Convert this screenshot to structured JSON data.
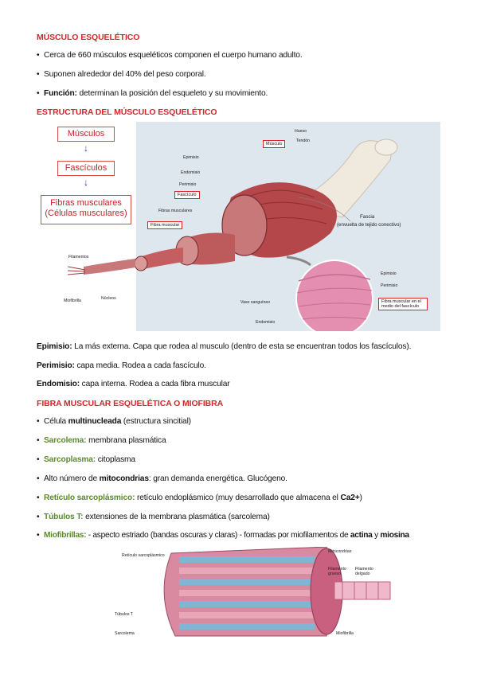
{
  "section1": {
    "title": "MÚSCULO ESQUELÉTICO",
    "bullets": [
      {
        "text": "Cerca de 660 músculos esqueléticos componen el cuerpo humano adulto."
      },
      {
        "text": "Suponen alrededor del 40% del peso corporal."
      },
      {
        "bold": "Función:",
        "text": " determinan la posición del esqueleto y su movimiento."
      }
    ]
  },
  "section2": {
    "title": "ESTRUCTURA DEL MÚSCULO ESQUELÉTICO",
    "flow": [
      "Músculos",
      "Fascículos",
      "Fibras musculares\n(Células musculares)"
    ],
    "labels": {
      "hueso": "Hueso",
      "tendon": "Tendón",
      "musculo": "Músculo",
      "epimisio": "Epimisio",
      "endomisio": "Endomisio",
      "perimisio": "Perimisio",
      "fasciculo": "Fascículo",
      "fibras_musculares": "Fibras musculares",
      "fibra_muscular": "Fibra muscular",
      "filamentos": "Filamentos",
      "miofibrilla": "Miofibrilla",
      "nucleos": "Núcleos",
      "fascia": "Fascia",
      "fascia_sub": "(envuelta de tejido conectivo)",
      "inset_epimisio": "Epimisio",
      "inset_perimisio": "Perimisio",
      "vaso": "Vaso sanguíneo",
      "inset_endomisio": "Endomisio",
      "inset_box": "Fibra muscular en el medio del fascículo"
    },
    "defs": [
      {
        "bold": "Epimisio:",
        "text": " La más externa. Capa que rodea al musculo (dentro de esta se encuentran todos los fascículos)."
      },
      {
        "bold": "Perimisio:",
        "text": " capa media. Rodea a cada fascículo."
      },
      {
        "bold": "Endomisio:",
        "text": " capa interna. Rodea a cada fibra muscular"
      }
    ]
  },
  "section3": {
    "title": "FIBRA MUSCULAR ESQUELÉTICA O MIOFIBRA",
    "b1_a": "Célula ",
    "b1_b": "multinucleada",
    "b1_c": " (estructura sincitial)",
    "b2_g": "Sarcolema:",
    "b2_t": " membrana plasmática",
    "b3_g": "Sarcoplasma:",
    "b3_t": " citoplasma",
    "b4_a": "Alto número de ",
    "b4_b": "mitocondrias",
    "b4_c": ": gran demanda energética. Glucógeno.",
    "b5_g": "Retículo sarcoplásmico:",
    "b5_t": " retículo endoplásmico (muy desarrollado que almacena el ",
    "b5_b": "Ca2+",
    "b5_e": ")",
    "b6_g": "Túbulos T:",
    "b6_t": " extensiones de la membrana plasmática (sarcolema)",
    "b7_g": "Miofibrillas:",
    "b7_t": " - aspecto estriado (bandas oscuras y claras) - formadas por miofilamentos de ",
    "b7_b1": "actina",
    "b7_y": " y ",
    "b7_b2": "miosina",
    "fig2": {
      "reticulo": "Retículo sarcoplásmico",
      "tubulos": "Túbulos T",
      "sarcolema": "Sarcolema",
      "mitocondrias": "Mitocondrias",
      "grueso": "Filamento grueso",
      "delgado": "Filamento delgado",
      "miofibrilla": "Miofibrilla"
    }
  },
  "colors": {
    "heading": "#d5262b",
    "green": "#5a8a2c",
    "muscle": "#b4474a",
    "bone": "#ece6dc"
  }
}
